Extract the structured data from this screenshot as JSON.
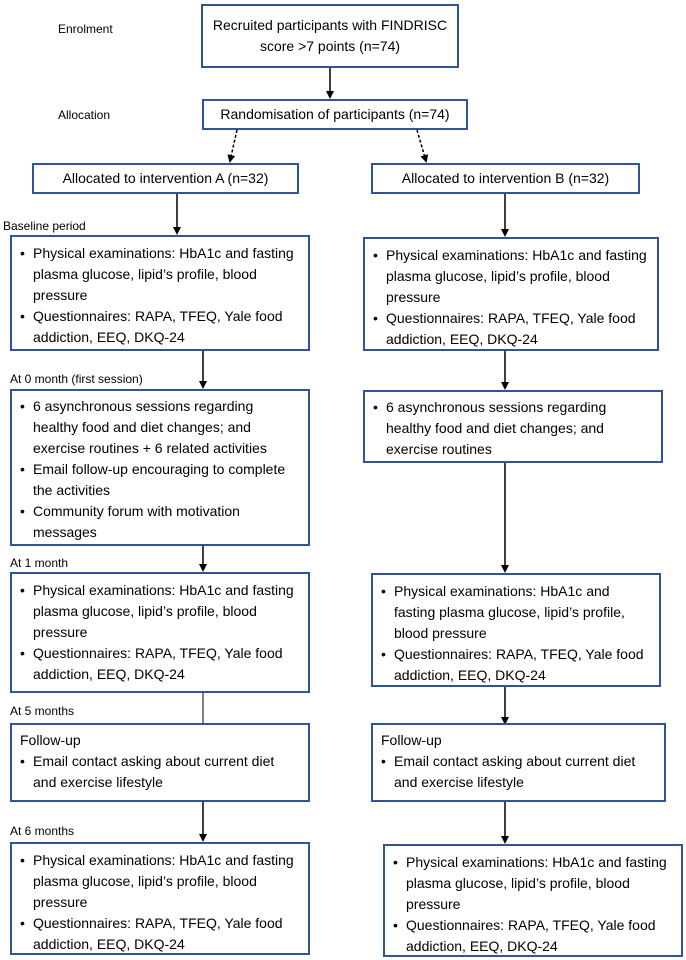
{
  "stages": {
    "enrolment": "Enrolment",
    "allocation": "Allocation",
    "baseline": "Baseline period",
    "month0": "At 0 month (first session)",
    "month1": "At 1 month",
    "month5": "At 5 months",
    "month6": "At 6 months"
  },
  "top": {
    "recruited": "Recruited participants with FINDRISC score >7 points (n=74)",
    "randomisation": "Randomisation of participants (n=74)"
  },
  "arm_a": {
    "allocated": "Allocated to intervention A (n=32)",
    "baseline": [
      "Physical examinations: HbA1c and fasting plasma glucose, lipid’s profile, blood pressure",
      "Questionnaires: RAPA, TFEQ, Yale food addiction, EEQ, DKQ-24"
    ],
    "sessions": [
      "6 asynchronous sessions regarding healthy food and diet changes; and exercise routines + 6 related activities",
      "Email follow-up encouraging to complete the activities",
      "Community forum with motivation messages"
    ],
    "month1": [
      "Physical examinations: HbA1c and fasting plasma glucose, lipid’s profile, blood pressure",
      "Questionnaires: RAPA, TFEQ, Yale food addiction, EEQ, DKQ-24"
    ],
    "followup_title": "Follow-up",
    "followup": [
      "Email contact asking about current diet and exercise lifestyle"
    ],
    "month6": [
      "Physical examinations: HbA1c and fasting plasma glucose, lipid’s profile, blood pressure",
      "Questionnaires: RAPA, TFEQ, Yale food addiction, EEQ, DKQ-24"
    ]
  },
  "arm_b": {
    "allocated": "Allocated to intervention B (n=32)",
    "baseline": [
      "Physical examinations: HbA1c and fasting plasma glucose, lipid’s profile, blood pressure",
      "Questionnaires: RAPA, TFEQ, Yale food addiction, EEQ, DKQ-24"
    ],
    "sessions": [
      "6 asynchronous sessions regarding healthy food and diet changes; and exercise routines"
    ],
    "month1": [
      "Physical examinations: HbA1c and fasting plasma glucose, lipid’s profile, blood pressure",
      "Questionnaires: RAPA, TFEQ, Yale food addiction, EEQ, DKQ-24"
    ],
    "followup_title": "Follow-up",
    "followup": [
      "Email contact asking about current diet and exercise lifestyle"
    ],
    "month6": [
      "Physical examinations: HbA1c and fasting plasma glucose, lipid’s profile, blood pressure",
      "Questionnaires: RAPA, TFEQ, Yale food addiction, EEQ, DKQ-24"
    ]
  }
}
